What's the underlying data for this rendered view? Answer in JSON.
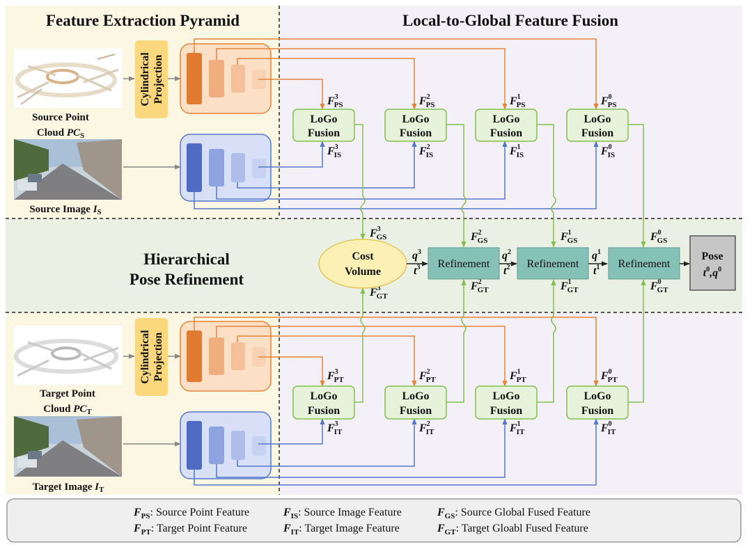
{
  "sections": {
    "feature_extraction": "Feature Extraction Pyramid",
    "fusion": "Local-to-Global Feature Fusion",
    "pose_refinement_line1": "Hierarchical",
    "pose_refinement_line2": "Pose Refinement"
  },
  "inputs": {
    "source_pc_line1": "Source Point",
    "source_pc_line2": "Cloud",
    "source_pc_sym": "PC",
    "source_pc_sub": "S",
    "source_img": "Source Image",
    "source_img_sym": "I",
    "source_img_sub": "S",
    "target_pc_line1": "Target Point",
    "target_pc_line2": "Cloud",
    "target_pc_sym": "PC",
    "target_pc_sub": "T",
    "target_img": "Target Image",
    "target_img_sym": "I",
    "target_img_sub": "T"
  },
  "modules": {
    "cyl_line1": "Cylindrical",
    "cyl_line2": "Projection",
    "logo_line1": "LoGo",
    "logo_line2": "Fusion",
    "cost_line1": "Cost",
    "cost_line2": "Volume",
    "refinement": "Refinement",
    "pose_line1": "Pose"
  },
  "feature_labels": {
    "F": "F",
    "PS": "PS",
    "IS": "IS",
    "GS": "GS",
    "PT": "PT",
    "IT": "IT",
    "GT": "GT",
    "levels": [
      "3",
      "2",
      "1",
      "0"
    ]
  },
  "pose_vars": {
    "q": "q",
    "t": "t",
    "comma": ","
  },
  "legend": {
    "PS": {
      "key": "PS",
      "text": ": Source Point Feature"
    },
    "IS": {
      "key": "IS",
      "text": ": Source Image Feature"
    },
    "GS": {
      "key": "GS",
      "text": ": Source Global Fused Feature"
    },
    "PT": {
      "key": "PT",
      "text": ": Target Point Feature"
    },
    "IT": {
      "key": "IT",
      "text": ": Target Image Feature"
    },
    "GT": {
      "key": "GT",
      "text": ": Target Gloabl Fused Feature"
    }
  },
  "colors": {
    "orange": "#e8833a",
    "blue": "#5577cc",
    "green": "#82bf4f",
    "teal": "#86c1b8",
    "cyl": "#fbd77e",
    "logo": "#e6f2da",
    "cost": "#fcf0b4"
  }
}
